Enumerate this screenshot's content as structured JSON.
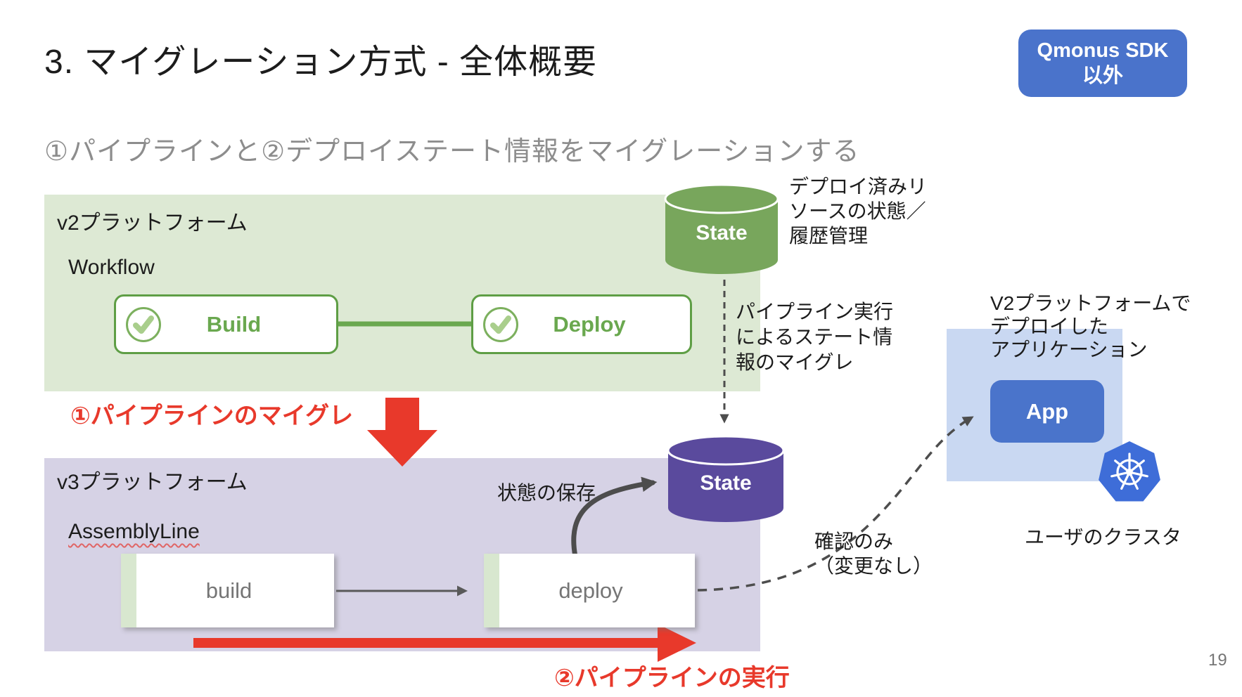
{
  "slide": {
    "title": "3. マイグレーション方式 - 全体概要",
    "badge_label": "Qmonus SDK\n以外",
    "subtitle": "①パイプラインと②デプロイステート情報をマイグレーションする",
    "page_number": "19"
  },
  "v2_platform": {
    "label": "v2プラットフォーム",
    "workflow_label": "Workflow",
    "steps": [
      {
        "label": "Build"
      },
      {
        "label": "Deploy"
      }
    ],
    "state_label": "State",
    "state_description": "デプロイ済みリ\nソースの状態／\n履歴管理"
  },
  "v3_platform": {
    "label": "v3プラットフォーム",
    "assemblyline_label": "AssemblyLine",
    "steps": [
      {
        "label": "build"
      },
      {
        "label": "deploy"
      }
    ],
    "state_label": "State"
  },
  "annotations": {
    "pipeline_migration_note": "パイプライン実行\nによるステート情\n報のマイグレ",
    "step1_label": "①パイプラインのマイグレ",
    "step2_label": "②パイプラインの実行",
    "save_state": "状態の保存",
    "confirm_note": "確認のみ\n（変更なし）",
    "v2_app_note": "V2プラットフォームで\nデプロイした\nアプリケーション",
    "user_cluster": "ユーザのクラスタ",
    "app_label": "App"
  },
  "icons": {
    "check_icon": "circled check mark",
    "kubernetes_icon": "blue heptagon with ship wheel",
    "red_down_arrow": "thick red block arrow down",
    "red_right_arrow": "thick red arrow right",
    "cylinder": "database cylinder"
  },
  "colors": {
    "badge_bg": "#4A73CB",
    "panel_green": "#DDE9D4",
    "panel_purple": "#D6D2E5",
    "panel_blue": "#C9D8F2",
    "green_accent": "#6AA84F",
    "state_green": "#78A65C",
    "state_purple": "#5A4A9D",
    "app_blue": "#4A74CB",
    "k8s_blue": "#3E6DD8",
    "red_accent": "#E8392B",
    "subtitle_gray": "#8D8D8D",
    "step_text_gray": "#757575",
    "arrow_dark": "#4D4D4D"
  }
}
